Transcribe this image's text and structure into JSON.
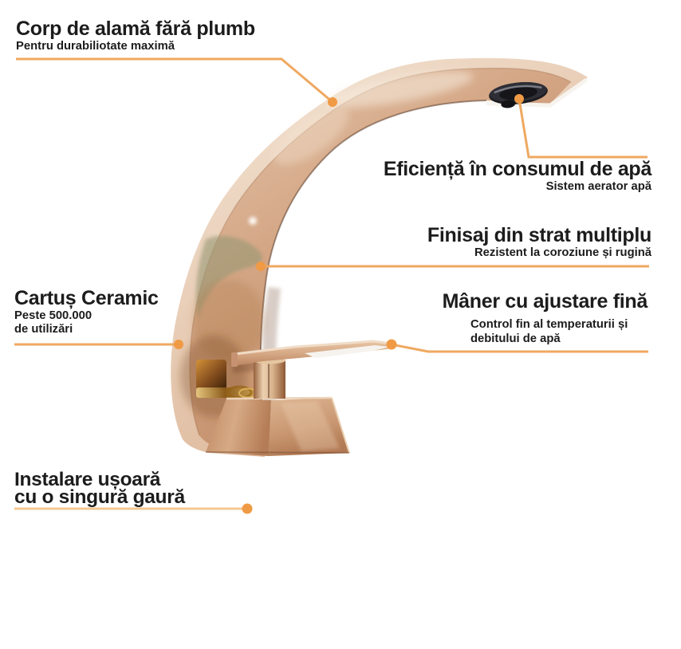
{
  "theme": {
    "background_color": "#ffffff",
    "text_color": "#1c1c1c",
    "callout_line_color": "#efa961",
    "callout_line_light_color": "#f3c793",
    "callout_dot_color": "#f09a45",
    "faucet_body_color": "#d5a785",
    "faucet_rim_color": "#eed7c0",
    "faucet_base_color": "#c99872",
    "aerator_color": "#1b1b20"
  },
  "callouts": {
    "corp": {
      "title": "Corp de alamă fără plumb",
      "subtitle": "Pentru durabiliotate maximă"
    },
    "eficienta": {
      "title": "Eficiență în consumul de apă",
      "subtitle": "Sistem aerator apă"
    },
    "finisaj": {
      "title": "Finisaj din strat multiplu",
      "subtitle": "Rezistent la coroziune și rugină"
    },
    "cartus": {
      "title": "Cartuș Ceramic",
      "subtitle_line1": "Peste 500.000",
      "subtitle_line2": "de utilizări"
    },
    "maner": {
      "title": "Mâner cu ajustare fină",
      "subtitle_line1": "Control fin al temperaturii și",
      "subtitle_line2": "debitului de apă"
    },
    "instalare": {
      "title_line1": "Instalare ușoară",
      "title_line2": "cu o singură gaură"
    }
  }
}
